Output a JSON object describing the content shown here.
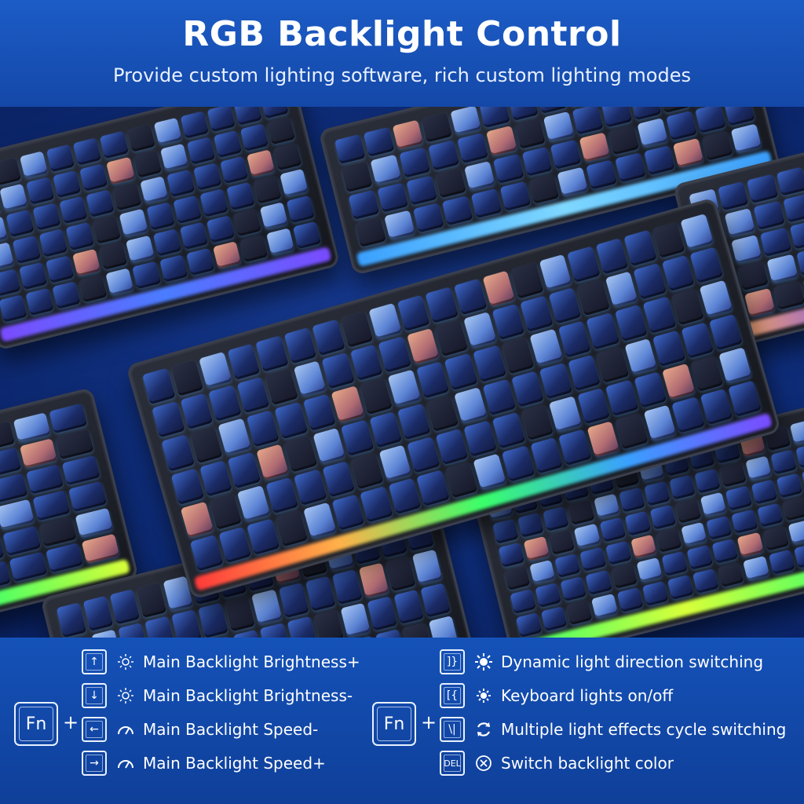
{
  "header": {
    "title": "RGB Backlight Control",
    "subtitle": "Provide custom lighting software, rich custom lighting modes"
  },
  "colors": {
    "header_bg": "#1c5cc6",
    "panel_bg": "#1552b8",
    "scene_bg": "#0e2c78",
    "keycap_blue": "#3d68c9",
    "keycap_peach": "#e6a889",
    "glow_green": "#39ff6a",
    "glow_purple": "#7a4bff"
  },
  "shortcuts": {
    "fn_label": "Fn",
    "plus": "+",
    "left": [
      {
        "key": "↑",
        "key_name": "arrow-up",
        "icon": "brightness-icon",
        "label": "Main Backlight Brightness+"
      },
      {
        "key": "↓",
        "key_name": "arrow-down",
        "icon": "brightness-icon",
        "label": "Main Backlight Brightness-"
      },
      {
        "key": "←",
        "key_name": "arrow-left",
        "icon": "speed-icon",
        "label": "Main Backlight Speed-"
      },
      {
        "key": "→",
        "key_name": "arrow-right",
        "icon": "speed-icon",
        "label": "Main Backlight Speed+"
      }
    ],
    "right": [
      {
        "key": "]}",
        "key_name": "bracket-right",
        "icon": "sun-icon",
        "label": "Dynamic light direction switching"
      },
      {
        "key": "[{",
        "key_name": "bracket-left",
        "icon": "sun-small-icon",
        "label": "Keyboard lights on/off"
      },
      {
        "key": "\\|",
        "key_name": "backslash",
        "icon": "cycle-icon",
        "label": "Multiple light effects cycle switching"
      },
      {
        "key": "DEL",
        "key_name": "delete",
        "icon": "close-circle-icon",
        "label": "Switch backlight color"
      }
    ]
  }
}
